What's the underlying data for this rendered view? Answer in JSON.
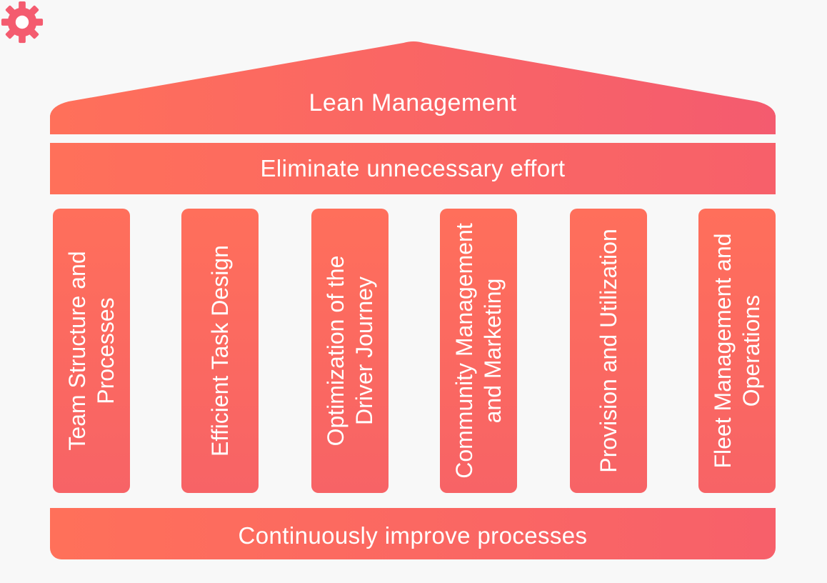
{
  "header": {
    "title": "Lean Management",
    "icon": "gear-icon"
  },
  "top_band": {
    "label": "Eliminate unnecessary effort"
  },
  "pillars": [
    {
      "label": "Team Structure and Processes"
    },
    {
      "label": "Efficient Task Design"
    },
    {
      "label": "Optimization of the Driver Journey"
    },
    {
      "label": "Community Management and Marketing"
    },
    {
      "label": "Provision and Utilization"
    },
    {
      "label": "Fleet Management and Operations"
    }
  ],
  "bottom_band": {
    "label": "Continuously improve processes"
  },
  "colors": {
    "background": "#f8f8f8",
    "accent_start": "#ff705a",
    "accent_end": "#f45b6f",
    "text": "#ffffff"
  }
}
